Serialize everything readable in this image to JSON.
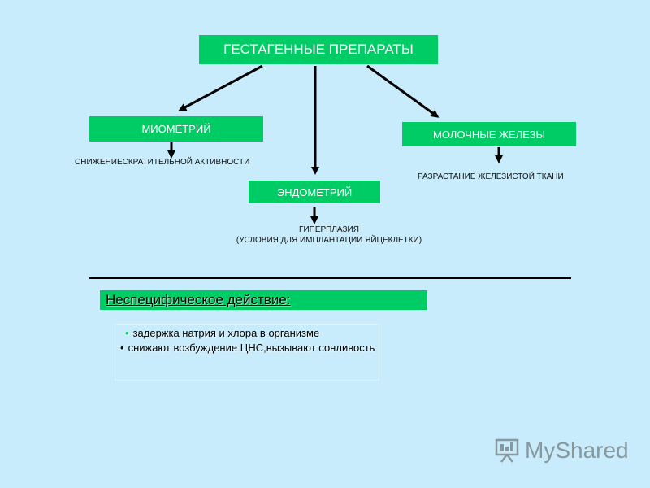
{
  "diagram": {
    "title": "ГЕСТАГЕННЫЕ ПРЕПАРАТЫ",
    "targets": {
      "myometrium": {
        "label": "МИОМЕТРИЙ",
        "effect": "СНИЖЕНИЕСКРАТИТЕЛЬНОЙ  АКТИВНОСТИ"
      },
      "endometrium": {
        "label": "ЭНДОМЕТРИЙ",
        "effect_line1": "ГИПЕРПЛАЗИЯ",
        "effect_line2": "(УСЛОВИЯ ДЛЯ ИМПЛАНТАЦИИ ЯЙЦЕКЛЕТКИ)"
      },
      "mammary": {
        "label": "МОЛОЧНЫЕ ЖЕЛЕЗЫ",
        "effect": "РАЗРАСТАНИЕ ЖЕЛЕЗИСТОЙ ТКАНИ"
      }
    },
    "nonspecific": {
      "title": "Неспецифическое действие:",
      "bullets": [
        "задержка натрия и хлора в организме",
        "снижают возбуждение ЦНС,вызывают сонливость"
      ]
    }
  },
  "watermark": {
    "text": "MyShared"
  },
  "colors": {
    "background": "#c8ecfb",
    "box": "#00cc66",
    "box_text": "#ffffff"
  }
}
